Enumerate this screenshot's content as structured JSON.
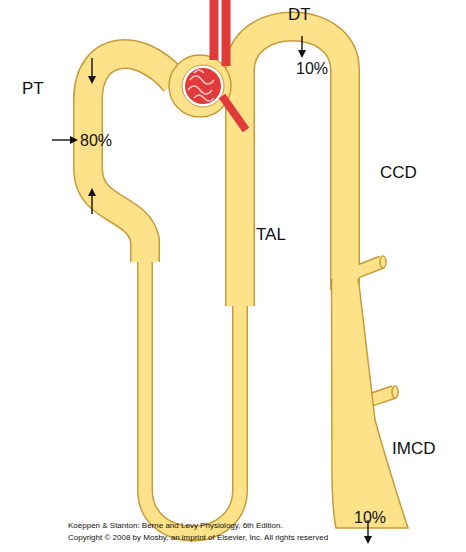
{
  "diagram": {
    "labels": [
      "PT",
      "80%",
      "DT",
      "10%",
      "CCD",
      "TAL",
      "IMCD",
      "10%",
      "Koeppen & Stanton: Berne and Levy Physiology, 6th Edition.",
      "Copyright © 2008 by Mosby, an imprint of Elsevier, Inc. All rights reserved"
    ]
  }
}
